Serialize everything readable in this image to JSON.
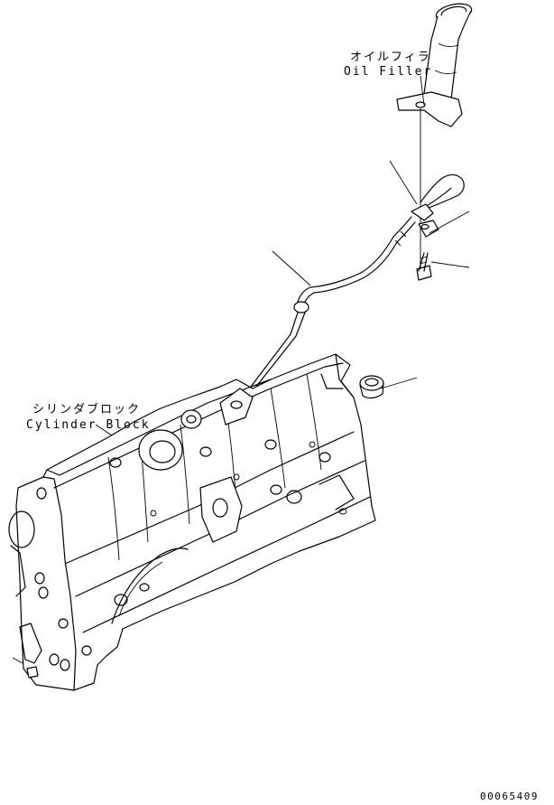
{
  "labels": {
    "oil_filler_jp": "オイルフィラ",
    "oil_filler_en": "Oil Filler",
    "cylinder_block_jp": "シリンダブロック",
    "cylinder_block_en": "Cylinder Block",
    "drawing_code": "00065409"
  },
  "colors": {
    "line": "#000000",
    "background": "#ffffff"
  }
}
